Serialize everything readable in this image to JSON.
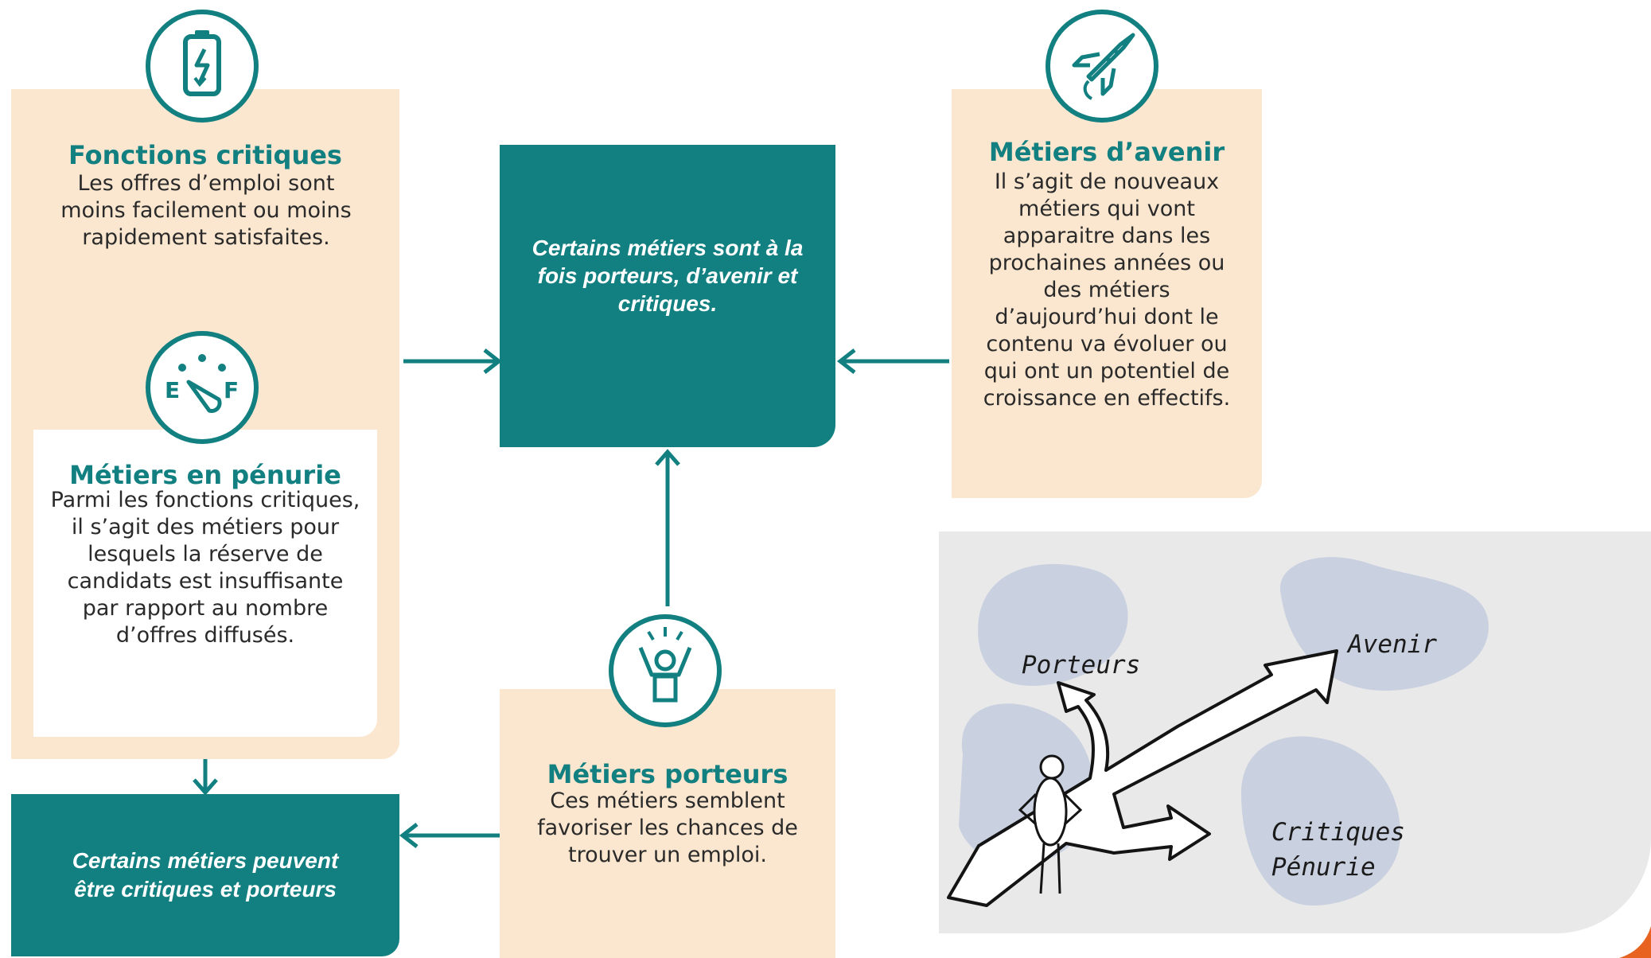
{
  "fonctions_critiques": {
    "title": "Fonctions critiques",
    "text": "Les offres d’emploi sont moins facilement ou moins rapidement satisfaites."
  },
  "metiers_penurie": {
    "title": "Métiers en pénurie",
    "text": "Parmi les fonctions critiques,\nil s’agit des métiers pour lesquels la réserve de candidats est insuffisante par rapport au nombre d’offres diffusés."
  },
  "center_box": {
    "text": "Certains métiers sont à la fois porteurs, d’avenir et critiques."
  },
  "metiers_avenir": {
    "title": "Métiers d’avenir",
    "text": "Il s’agit de nouveaux métiers qui vont apparaitre dans les prochaines années ou des métiers d’aujourd’hui dont le contenu va évoluer ou qui ont un potentiel de croissance en effectifs."
  },
  "metiers_porteurs": {
    "title": "Métiers porteurs",
    "text": "Ces métiers semblent favoriser les chances de trouver un emploi."
  },
  "bottom_left_box": {
    "text": "Certains métiers peuvent être critiques et porteurs"
  },
  "gauge_icon": {
    "left_letter": "E",
    "right_letter": "F"
  },
  "sketch": {
    "porteurs": "Porteurs",
    "avenir": "Avenir",
    "critiques": "Critiques",
    "penurie": "Pénurie"
  },
  "colors": {
    "teal": "#127f80",
    "peach": "#fbe7cf",
    "sketch_bg": "#e9e9ea",
    "blob": "#c9d0df",
    "accent_orange": "#e8631f"
  },
  "icons": [
    "battery-charging-icon",
    "fuel-gauge-icon",
    "rocket-icon",
    "cheering-person-icon"
  ]
}
